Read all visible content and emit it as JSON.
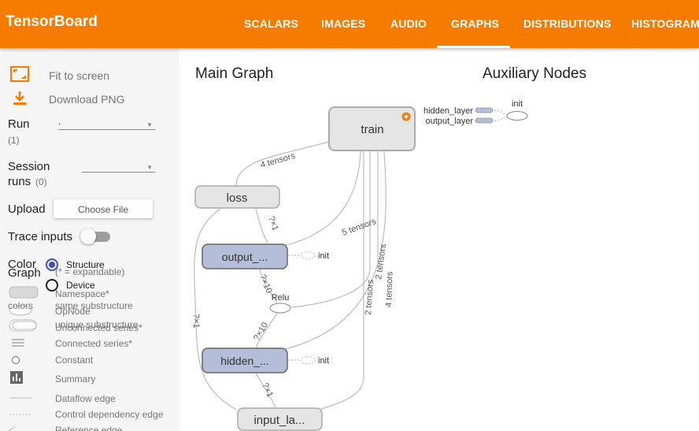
{
  "header": {
    "brand": "TensorBoard",
    "tabs": [
      "SCALARS",
      "IMAGES",
      "AUDIO",
      "GRAPHS",
      "DISTRIBUTIONS",
      "HISTOGRAMS"
    ],
    "active_tab": "GRAPHS",
    "color": "#f57c00"
  },
  "sidebar": {
    "fit_label": "Fit to screen",
    "download_label": "Download PNG",
    "run_label": "Run",
    "run_count": "(1)",
    "run_value": ".",
    "session_label_1": "Session",
    "session_label_2": "runs",
    "session_count": "(0)",
    "upload_label": "Upload",
    "choose_file": "Choose File",
    "trace_label": "Trace inputs",
    "color_label": "Color",
    "graph_label": "Graph",
    "structure_label": "Structure",
    "device_label": "Device",
    "expandable_note": "(* = expandable)",
    "colors_label": "colors",
    "same_substructure": "same substructure",
    "unique_substructure": "unique substructure",
    "legend": [
      "Namespace*",
      "OpNode",
      "Unconnected series*",
      "Connected series*",
      "Constant",
      "Summary",
      "Dataflow edge",
      "Control dependency edge",
      "Reference edge"
    ]
  },
  "main": {
    "main_graph_title": "Main Graph",
    "aux_title": "Auxiliary Nodes"
  },
  "graph": {
    "nodes": {
      "train": "train",
      "loss": "loss",
      "output": "output_...",
      "hidden": "hidden_...",
      "input": "input_la...",
      "relu": "Relu",
      "init_1": "init",
      "init_2": "init",
      "aux_hidden": "hidden_layer",
      "aux_output": "output_layer",
      "aux_init": "init"
    },
    "edges": {
      "e_train_loss": "4 tensors",
      "e_train_out": "5 tensors",
      "e_train_2a": "2 tensors",
      "e_train_2b": "2 tensors",
      "e_train_4": "4 tensors",
      "e_loss_out": "?×1",
      "e_out_relu": "?×10",
      "e_relu_hidden": "?×10",
      "e_hidden_input": "?×1",
      "e_loss_input": "?×1"
    }
  },
  "colors": {
    "struct_node": "#b4bed9",
    "meta_node": "#e5e5e5"
  }
}
